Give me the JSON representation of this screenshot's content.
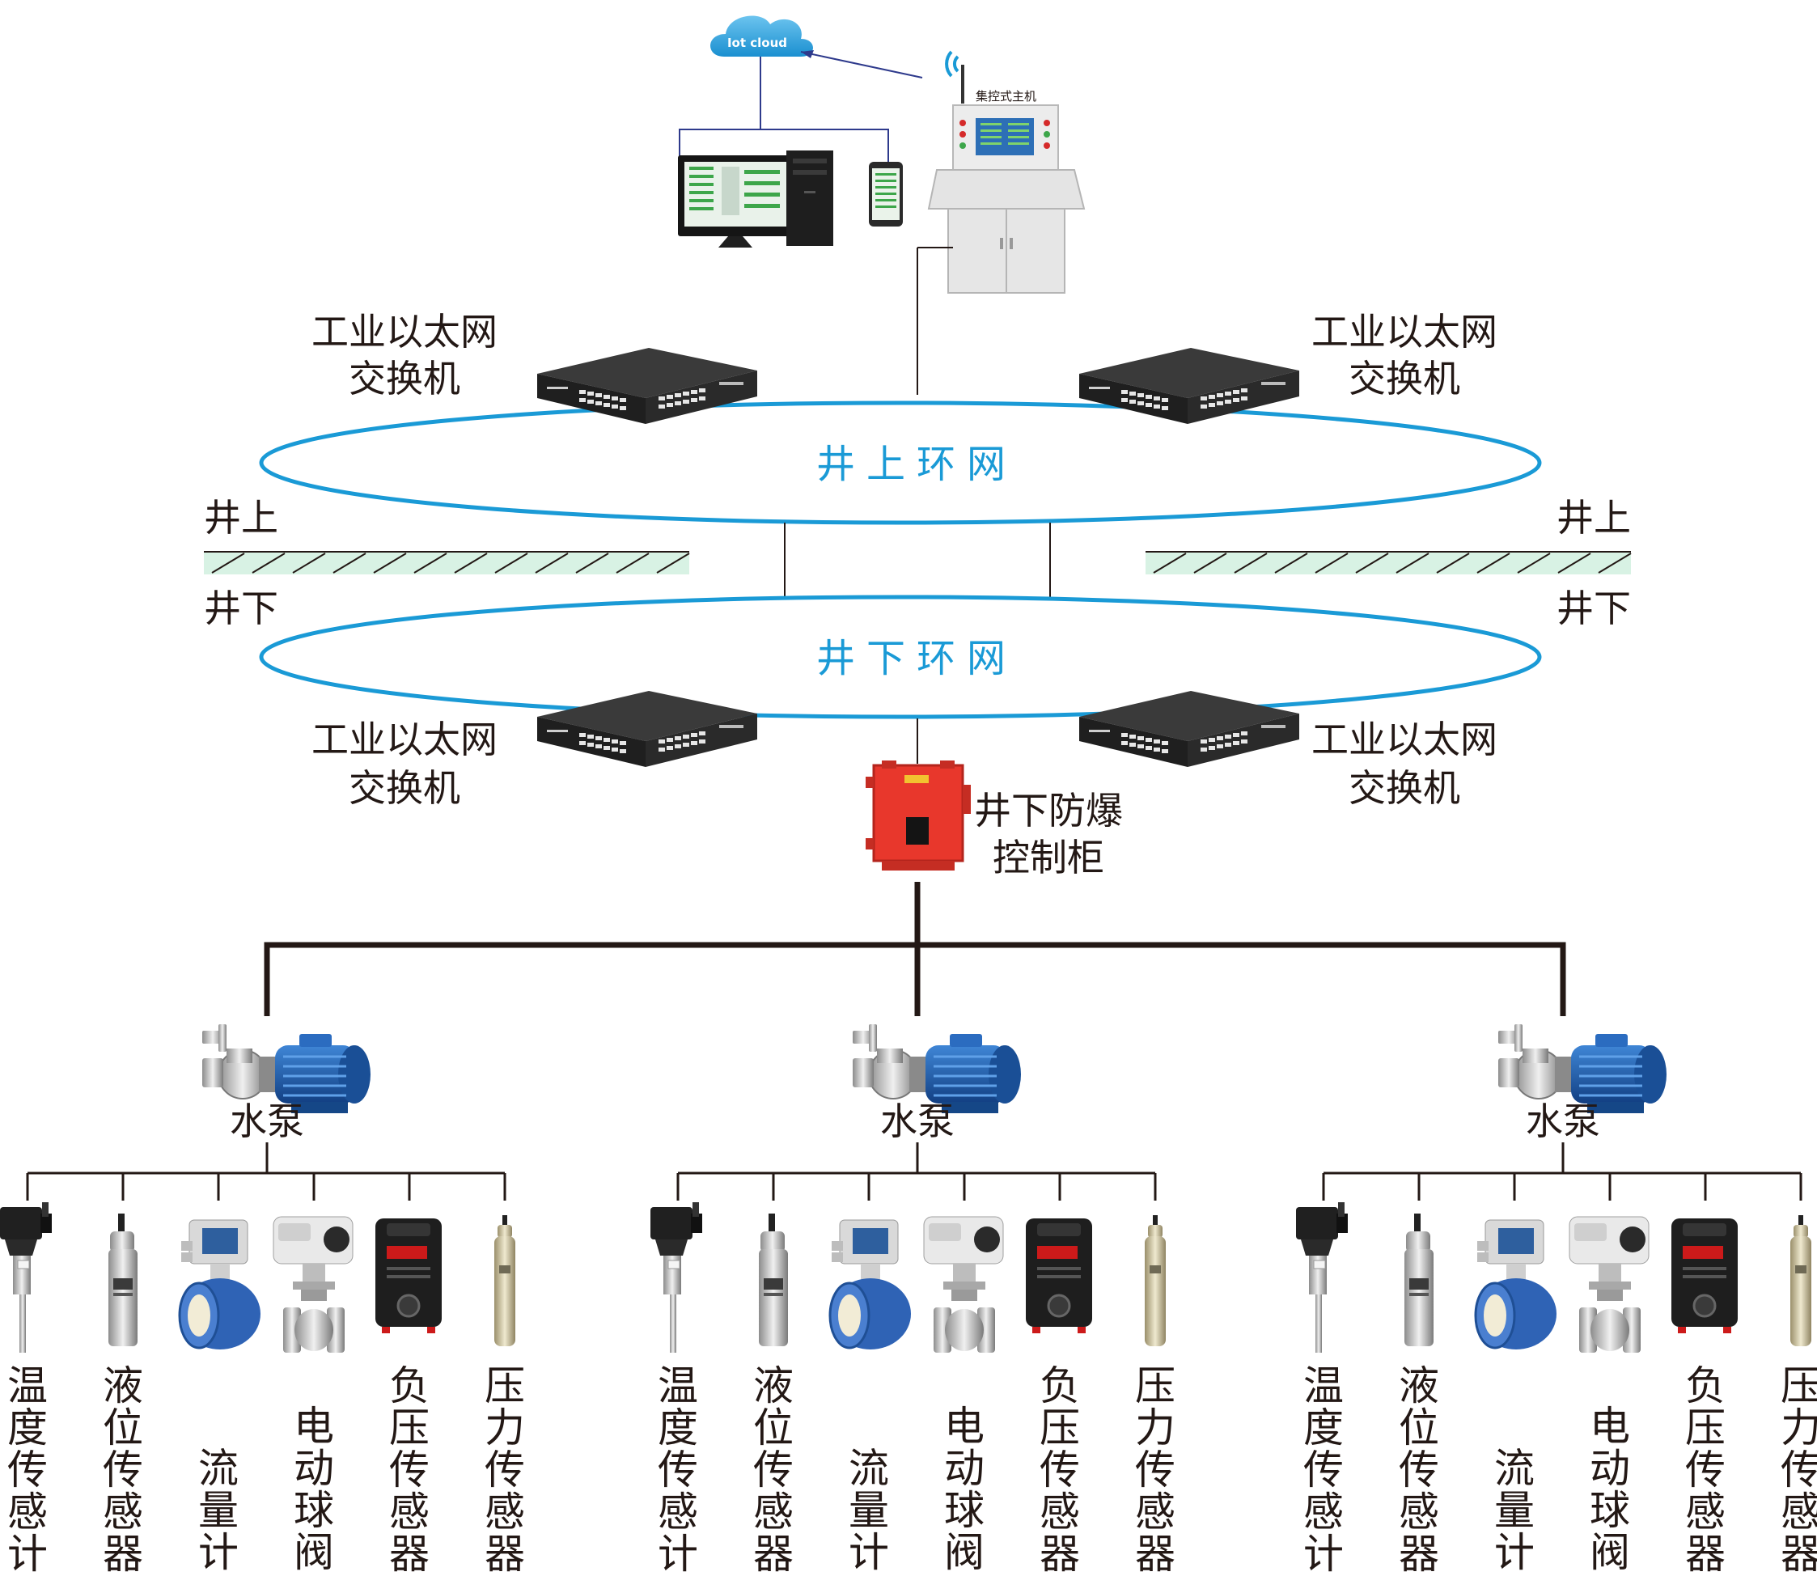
{
  "cloud": {
    "label": "Iot cloud"
  },
  "host": {
    "label": "集控式主机"
  },
  "switches": {
    "upper_left": {
      "line1": "工业以太网",
      "line2": "交换机"
    },
    "upper_right": {
      "line1": "工业以太网",
      "line2": "交换机"
    },
    "lower_left": {
      "line1": "工业以太网",
      "line2": "交换机"
    },
    "lower_right": {
      "line1": "工业以太网",
      "line2": "交换机"
    }
  },
  "rings": {
    "upper": "井上环网",
    "lower": "井下环网"
  },
  "surface": {
    "above": "井上",
    "below": "井下"
  },
  "cabinet": {
    "line1": "井下防爆",
    "line2": "控制柜"
  },
  "pump_label": "水泵",
  "sensors": [
    {
      "name": "温度传感计",
      "icon": "temperature-sensor-icon"
    },
    {
      "name": "液位传感器",
      "icon": "level-sensor-icon"
    },
    {
      "name": "流量计",
      "icon": "flowmeter-icon"
    },
    {
      "name": "电动球阀",
      "icon": "electric-ball-valve-icon"
    },
    {
      "name": "负压传感器",
      "icon": "negative-pressure-sensor-icon"
    },
    {
      "name": "压力传感器",
      "icon": "pressure-sensor-icon"
    }
  ],
  "colors": {
    "ring": "#1a9ad6",
    "line": "#231815",
    "cabinet": "#e8372c",
    "pump": "#1e5aa8",
    "ground": "#d8f2e4"
  }
}
